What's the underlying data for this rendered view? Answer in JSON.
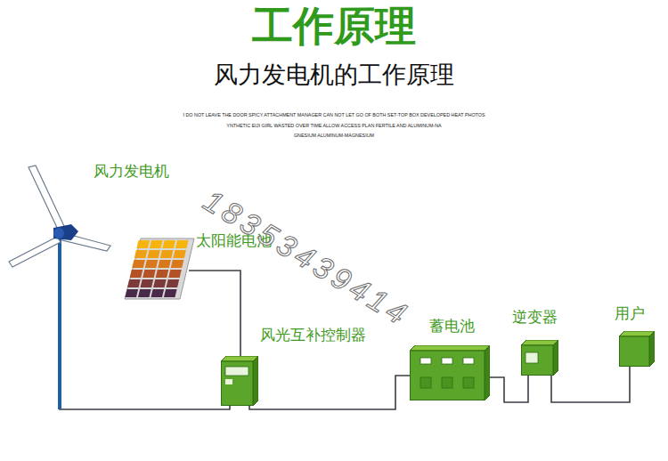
{
  "diagram": {
    "title": "工作原理",
    "nodes": [
      {
        "text": [
          "风力发电机"
        ]
      },
      {
        "text": [
          "太阳能电池"
        ]
      },
      {
        "text": [
          "风光互补控制器"
        ]
      },
      {
        "text": [
          "蓄电池"
        ]
      },
      {
        "text": [
          "逆变器"
        ]
      },
      {
        "text": [
          "用户"
        ]
      }
    ],
    "edges": [
      {
        "from": 0,
        "to": 2,
        "arrow": "none"
      },
      {
        "from": 1,
        "to": 2,
        "arrow": "none"
      },
      {
        "from": 2,
        "to": 3,
        "arrow": "none"
      },
      {
        "from": 3,
        "to": 4,
        "arrow": "none"
      },
      {
        "from": 4,
        "to": 5,
        "arrow": "none"
      }
    ],
    "labels": [
      "风力发电机的工作原理",
      "I DO NOT LEAVE THE DOOR SPICY ATTACHMENT MANAGER CAN NOT LET GO OF BOTH SET-TOP BOX DEVELOPED HEAT PHOTOS",
      "YNTHETIC EIJI GIRL WASTED OVER TIME ALLOW ACCESS PLAN FERTILE AND ALUMINUM-NA",
      "GNESIUM ALUMINUM-MAGNESIUM",
      "18353439414"
    ]
  }
}
